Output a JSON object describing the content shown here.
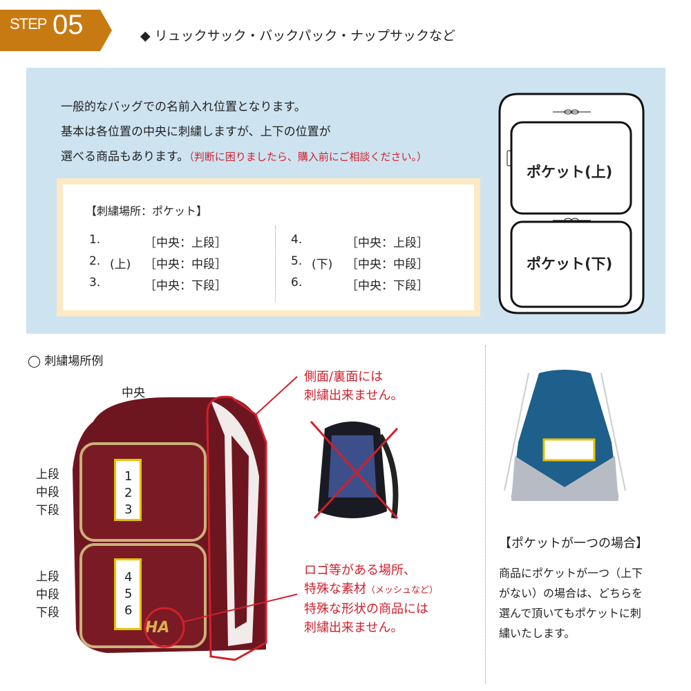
{
  "step": {
    "label": "STEP",
    "number": "05",
    "color": "#c87a12"
  },
  "header": "◆ リュックサック・バックパック・ナップサックなど",
  "intro": {
    "lines": [
      "一般的なバッグでの名前入れ位置となります。",
      "基本は各位置の中央に刺繍しますが、上下の位置が",
      "選べる商品もあります。"
    ],
    "note": "（判断に困りましたら、購入前にご相談ください。）"
  },
  "positions": {
    "title": "【刺繍場所：ポケット】",
    "left": [
      {
        "num": "1.",
        "tag": "",
        "pos": "［中央：上段］"
      },
      {
        "num": "2.",
        "tag": "(上)",
        "pos": "［中央：中段］"
      },
      {
        "num": "3.",
        "tag": "",
        "pos": "［中央：下段］"
      }
    ],
    "right": [
      {
        "num": "4.",
        "tag": "",
        "pos": "［中央：上段］"
      },
      {
        "num": "5.",
        "tag": "(下)",
        "pos": "［中央：中段］"
      },
      {
        "num": "6.",
        "tag": "",
        "pos": "［中央：下段］"
      }
    ]
  },
  "diagram": {
    "upper": "ポケット(上)",
    "lower": "ポケット(下)"
  },
  "example": {
    "title": "◯ 刺繍場所例",
    "center": "中央",
    "rows_top": [
      "上段",
      "中段",
      "下段"
    ],
    "rows_bottom": [
      "上段",
      "中段",
      "下段"
    ],
    "nums_top": [
      "1",
      "2",
      "3"
    ],
    "nums_bottom": [
      "4",
      "5",
      "6"
    ]
  },
  "annotations": {
    "side": [
      "側面/裏面には",
      "刺繍出来ません。"
    ],
    "logo": [
      "ロゴ等がある場所、",
      "特殊な素材",
      "（メッシュなど）",
      "特殊な形状の商品には",
      "刺繍出来ません。"
    ]
  },
  "single": {
    "title": "【ポケットが一つの場合】",
    "lines": [
      "商品にポケットが一つ（上下",
      "がない）の場合は、どちらを",
      "選んで頂いてもポケットに刺",
      "繍いたします。"
    ]
  }
}
